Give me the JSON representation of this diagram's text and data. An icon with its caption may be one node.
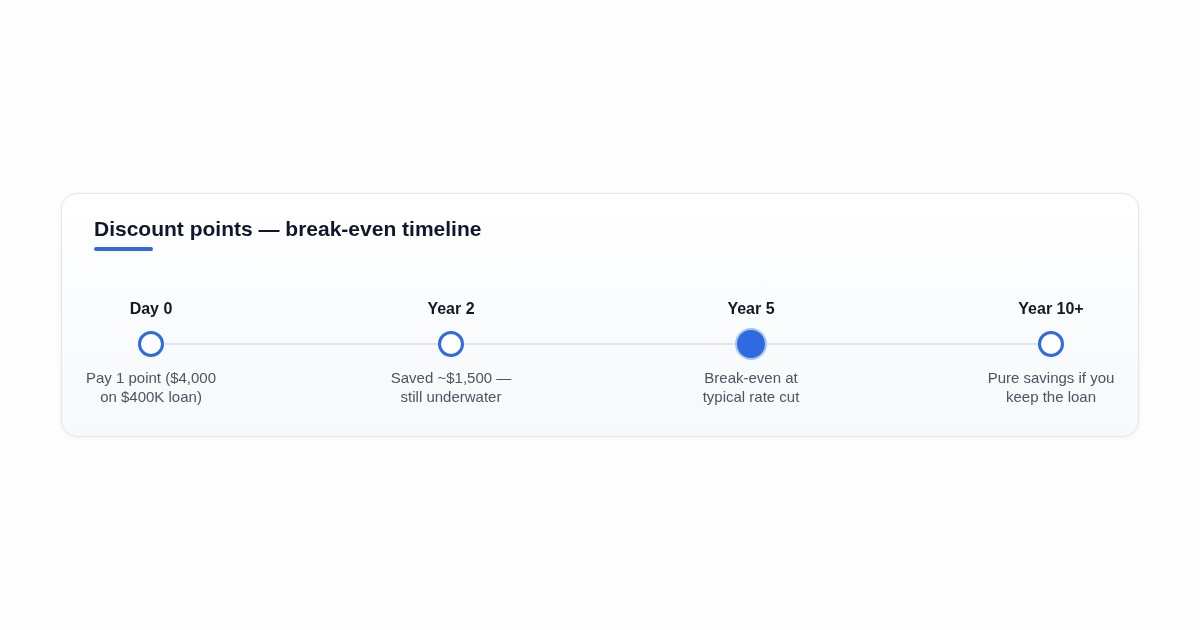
{
  "diagram": {
    "title": "Discount points — break-even timeline",
    "nodes": [
      {
        "text": [],
        "shape": "circle",
        "beside": [
          "Day 0",
          "Pay 1 point ($4,000 on $400K loan)"
        ]
      },
      {
        "text": [],
        "shape": "circle",
        "beside": [
          "Year 2",
          "Saved ~$1,500 — still underwater"
        ]
      },
      {
        "text": [],
        "shape": "dot",
        "beside": [
          "Year 5",
          "Break-even at typical rate cut"
        ]
      },
      {
        "text": [],
        "shape": "circle",
        "beside": [
          "Year 10+",
          "Pure savings if you keep the loan"
        ]
      }
    ],
    "edges": [
      {
        "from": 0,
        "to": 1,
        "arrow": "none"
      },
      {
        "from": 1,
        "to": 2,
        "arrow": "none"
      },
      {
        "from": 2,
        "to": 3,
        "arrow": "none"
      }
    ]
  }
}
